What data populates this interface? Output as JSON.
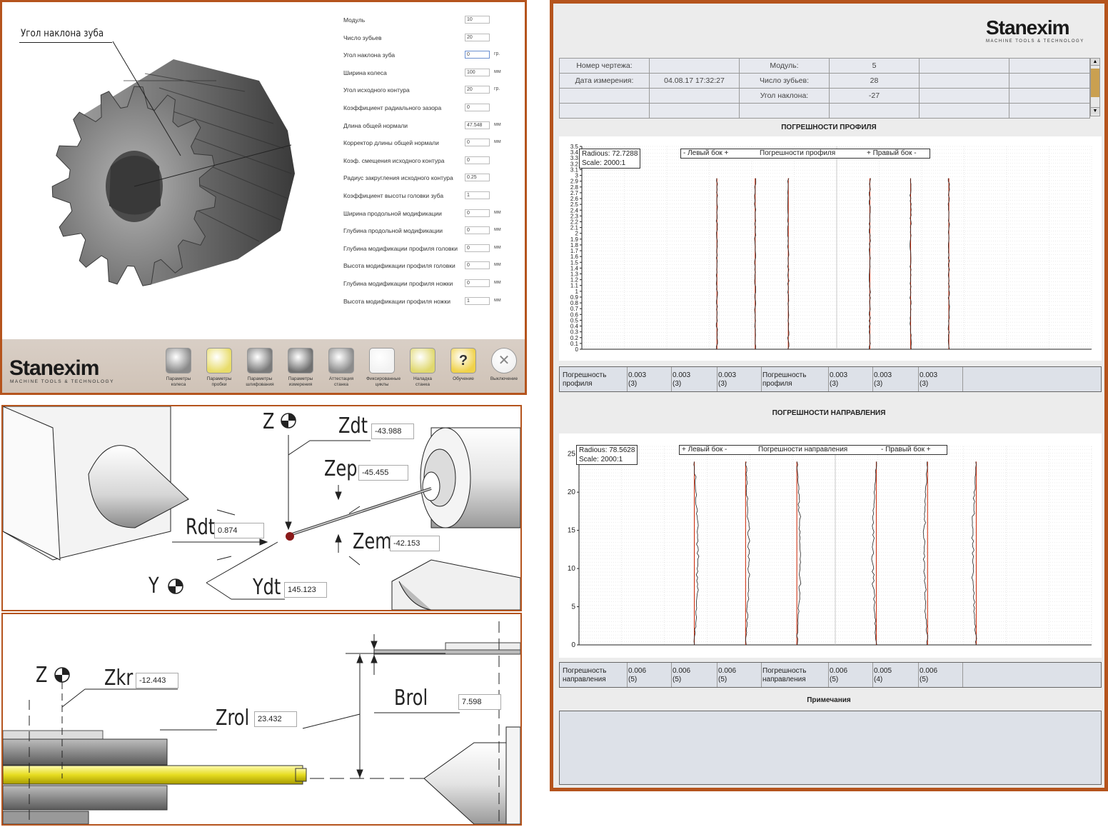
{
  "panelA": {
    "callout": "Угол наклона зуба",
    "params": [
      {
        "label": "Модуль",
        "value": "10",
        "unit": ""
      },
      {
        "label": "Число зубьев",
        "value": "20",
        "unit": ""
      },
      {
        "label": "Угол наклона зуба",
        "value": "0",
        "unit": "гр."
      },
      {
        "label": "Ширина колеса",
        "value": "100",
        "unit": "мм"
      },
      {
        "label": "Угол исходного контура",
        "value": "20",
        "unit": "гр."
      },
      {
        "label": "Коэффициент радиального зазора",
        "value": "0",
        "unit": ""
      },
      {
        "label": "Длина общей нормали",
        "value": "47.548",
        "unit": "мм"
      },
      {
        "label": "Корректор длины общей нормали",
        "value": "0",
        "unit": "мм"
      },
      {
        "label": "Коэф. смещения исходного контура",
        "value": "0",
        "unit": ""
      },
      {
        "label": "Радиус закругления исходного контура",
        "value": "0.25",
        "unit": ""
      },
      {
        "label": "Коэффициент высоты головки зуба",
        "value": "1",
        "unit": ""
      },
      {
        "label": "Ширина продольной модификации",
        "value": "0",
        "unit": "мм"
      },
      {
        "label": "Глубина продольной модификации",
        "value": "0",
        "unit": "мм"
      },
      {
        "label": "Глубина модификации профиля головки",
        "value": "0",
        "unit": "мм"
      },
      {
        "label": "Высота модификации профиля головки",
        "value": "0",
        "unit": "мм"
      },
      {
        "label": "Глубина модификации профиля ножки",
        "value": "0",
        "unit": "мм"
      },
      {
        "label": "Высота модификации профиля ножки",
        "value": "1",
        "unit": "мм"
      }
    ],
    "brand": "Stanexim",
    "brand_sub": "MACHINE TOOLS & TECHNOLOGY",
    "toolbar": [
      {
        "l1": "Параметры",
        "l2": "колеса",
        "icon": "gear-params-icon",
        "color": "#8a8a8a"
      },
      {
        "l1": "Параметры",
        "l2": "пробки",
        "icon": "probe-params-icon",
        "color": "#e8dc6a"
      },
      {
        "l1": "Параметры",
        "l2": "шлифования",
        "icon": "grinding-params-icon",
        "color": "#7a7a7a"
      },
      {
        "l1": "Параметры",
        "l2": "измерения",
        "icon": "measure-params-icon",
        "color": "#707070"
      },
      {
        "l1": "Аттестация",
        "l2": "станка",
        "icon": "machine-cert-icon",
        "color": "#8b8b8b"
      },
      {
        "l1": "Фиксированные",
        "l2": "циклы",
        "icon": "fixed-cycles-icon",
        "color": "#f2f2f2"
      },
      {
        "l1": "Наладка",
        "l2": "станка",
        "icon": "machine-setup-icon",
        "color": "#e0d86e"
      },
      {
        "l1": "Обучение",
        "l2": "",
        "icon": "help-icon",
        "color": "#f0d24a"
      },
      {
        "l1": "Выключение",
        "l2": "",
        "icon": "shutdown-icon",
        "color": "#f2f2f2"
      }
    ]
  },
  "panelB": {
    "labels": [
      {
        "name": "Z",
        "value": ""
      },
      {
        "name": "Zdt",
        "value": "-43.988"
      },
      {
        "name": "Zep",
        "value": "-45.455"
      },
      {
        "name": "Rdt",
        "value": "0.874"
      },
      {
        "name": "Zem",
        "value": "-42.153"
      },
      {
        "name": "Y",
        "value": ""
      },
      {
        "name": "Ydt",
        "value": "145.123"
      }
    ]
  },
  "panelC": {
    "labels": [
      {
        "name": "Z",
        "value": ""
      },
      {
        "name": "Zkr",
        "value": "-12.443"
      },
      {
        "name": "Brol",
        "value": "7.598"
      },
      {
        "name": "Zrol",
        "value": "23.432"
      }
    ]
  },
  "report": {
    "brand": "Stanexim",
    "brand_sub": "MACHINE TOOLS & TECHNOLOGY",
    "header": {
      "drawing_label": "Номер чертежа:",
      "date_label": "Дата измерения:",
      "date_value": "04.08.17  17:32:27",
      "module_label": "Модуль:",
      "module_value": "5",
      "teeth_label": "Число зубьев:",
      "teeth_value": "28",
      "helix_label": "Угол наклона:",
      "helix_value": "-27"
    },
    "profile_title": "ПОГРЕШНОСТИ ПРОФИЛЯ",
    "direction_title": "ПОГРЕШНОСТИ НАПРАВЛЕНИЯ",
    "notes_title": "Примечания",
    "profile_errors": {
      "label1": [
        "Погрешность",
        "профиля"
      ],
      "label2": [
        "Погрешность",
        "профиля"
      ],
      "left": [
        [
          "0.003",
          "(3)"
        ],
        [
          "0.003",
          "(3)"
        ],
        [
          "0.003",
          "(3)"
        ]
      ],
      "right": [
        [
          "0.003",
          "(3)"
        ],
        [
          "0.003",
          "(3)"
        ],
        [
          "0.003",
          "(3)"
        ]
      ]
    },
    "direction_errors": {
      "label1": [
        "Погрешность",
        "направления"
      ],
      "label2": [
        "Погрешность",
        "направления"
      ],
      "left": [
        [
          "0.006",
          "(5)"
        ],
        [
          "0.006",
          "(5)"
        ],
        [
          "0.006",
          "(5)"
        ]
      ],
      "right": [
        [
          "0.006",
          "(5)"
        ],
        [
          "0.005",
          "(4)"
        ],
        [
          "0.006",
          "(5)"
        ]
      ]
    }
  },
  "chart_data": [
    {
      "type": "line",
      "title": "Погрешности профиля",
      "info": [
        "Radious: 72.7288",
        "Scale: 2000:1"
      ],
      "legend": [
        "- Левый бок +",
        "Погрешности профиля",
        "+ Правый бок -"
      ],
      "ylim": [
        0,
        3.5
      ],
      "yticks": [
        "0",
        "0.1",
        "0.2",
        "0.3",
        "0.4",
        "0.5",
        "0.6",
        "0.7",
        "0.8",
        "0.9",
        "1",
        "1.1",
        "1.2",
        "1.3",
        "1.4",
        "1.5",
        "1.6",
        "1.7",
        "1.8",
        "1.9",
        "2",
        "2.1",
        "2.2",
        "2.3",
        "2.4",
        "2.5",
        "2.6",
        "2.7",
        "2.8",
        "2.9",
        "3",
        "3.1",
        "3.2",
        "3.3",
        "3.4",
        "3.5"
      ],
      "series_x": [
        0.265,
        0.34,
        0.405,
        0.565,
        0.645,
        0.72
      ],
      "series_top": 2.95,
      "colors": {
        "measured": "#222222",
        "nominal": "#cc2200"
      }
    },
    {
      "type": "line",
      "title": "Погрешности направления",
      "info": [
        "Radious: 78.5628",
        "Scale: 2000:1"
      ],
      "legend": [
        "+ Левый бок -",
        "Погрешности направления",
        "- Правый бок +"
      ],
      "ylim": [
        0,
        26
      ],
      "yticks": [
        "0",
        "5",
        "10",
        "15",
        "20",
        "25"
      ],
      "series_x": [
        0.225,
        0.325,
        0.425,
        0.58,
        0.68,
        0.775
      ],
      "series_top": 24,
      "colors": {
        "measured": "#222222",
        "nominal": "#cc2200"
      }
    }
  ]
}
